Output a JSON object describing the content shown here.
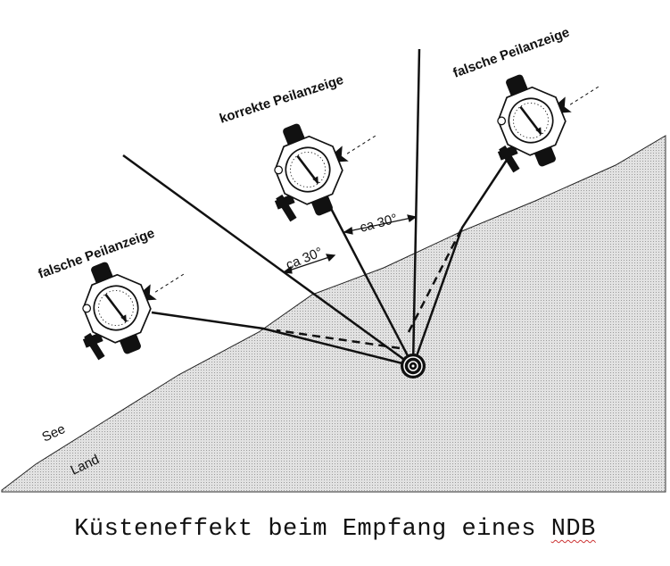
{
  "labels": {
    "left_aircraft": "falsche Peilanzeige",
    "center_aircraft": "korrekte Peilanzeige",
    "right_aircraft": "falsche Peilanzeige",
    "angle_left": "ca 30°",
    "angle_right": "ca 30°",
    "sea": "See",
    "land": "Land"
  },
  "caption": {
    "text": "Küsteneffekt beim Empfang eines",
    "abbr": "NDB"
  },
  "colors": {
    "land": "#d6d6d6",
    "lines": "#111111"
  }
}
